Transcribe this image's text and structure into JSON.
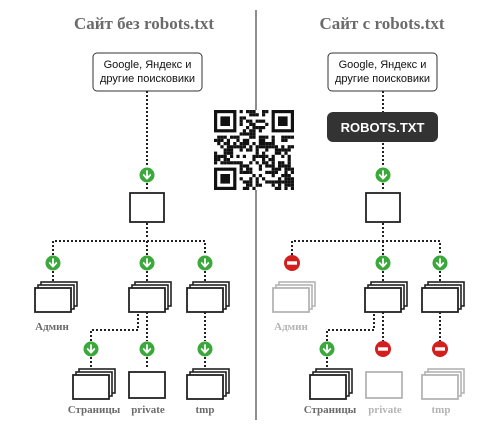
{
  "left": {
    "title": "Сайт без robots.txt",
    "engines": [
      "Google, Яндекс и",
      "другие поисковики"
    ],
    "labels": {
      "admin": "Админ",
      "pages": "Страницы",
      "private": "private",
      "tmp": "tmp"
    }
  },
  "right": {
    "title": "Сайт с robots.txt",
    "engines": [
      "Google, Яндекс и",
      "другие поисковики"
    ],
    "robots": "ROBOTS.TXT",
    "labels": {
      "admin": "Админ",
      "pages": "Страницы",
      "private": "private",
      "tmp": "tmp"
    }
  },
  "colors": {
    "allow": "#3aa83a",
    "deny": "#d41f1f",
    "robots_bg": "#333333",
    "title": "#6b6b6b",
    "faded": "#b4b4b4"
  },
  "icons": {
    "allow": "down-arrow-allow-icon",
    "deny": "no-entry-icon",
    "qr": "qr-code"
  }
}
